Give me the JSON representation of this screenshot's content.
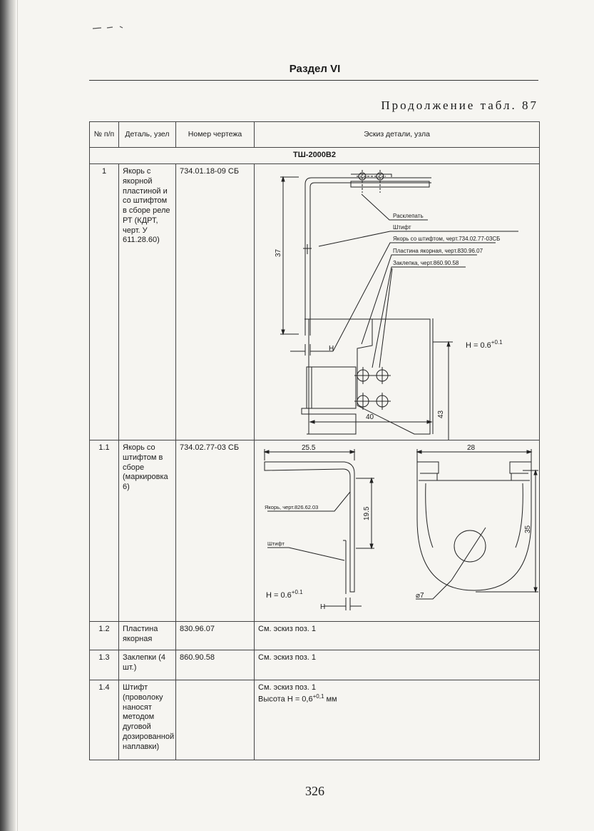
{
  "header": {
    "section_title": "Раздел VI",
    "continuation": "Продолжение табл. 87"
  },
  "table": {
    "columns": [
      "№ п/п",
      "Деталь, узел",
      "Номер чертежа",
      "Эскиз детали, узла"
    ],
    "group_title": "ТШ-2000В2",
    "rows": [
      {
        "num": "1",
        "part": "Якорь с якорной пластиной и со штифтом в сборе реле РТ (КДРТ, черт. У 611.28.60)",
        "drawing": "734.01.18-09 СБ",
        "sketch_text": ""
      },
      {
        "num": "1.1",
        "part": "Якорь со штифтом в сборе (маркировка 6)",
        "drawing": "734.02.77-03 СБ",
        "sketch_text": ""
      },
      {
        "num": "1.2",
        "part": "Пластина якорная",
        "drawing": "830.96.07",
        "sketch_text": "См. эскиз поз. 1"
      },
      {
        "num": "1.3",
        "part": "Заклепки (4 шт.)",
        "drawing": "860.90.58",
        "sketch_text": "См. эскиз поз. 1"
      },
      {
        "num": "1.4",
        "part": "Штифт (проволоку наносят методом дуговой дозированной наплавки)",
        "drawing": "",
        "sketch_text": "См. эскиз поз. 1",
        "sketch_text2": "Высота Н = 0,6",
        "sketch_sup": "+0,1",
        "sketch_unit": " мм"
      }
    ]
  },
  "sketch1": {
    "labels": [
      "Расклепать",
      "Штифт",
      "Якорь со штифтом, черт.734.02.77-03СБ",
      "Пластина якорная, черт.830.96.07",
      "Заклепка, черт.860.90.58"
    ],
    "dim_37": "37",
    "dim_43": "43",
    "dim_40": "40",
    "h_label": "Н",
    "h_formula": "Н = 0.6",
    "h_tol": "+0.1"
  },
  "sketch2": {
    "dim_25_5": "25.5",
    "dim_19_5": "19.5",
    "dim_28": "28",
    "dim_35": "35",
    "dia": "⌀7",
    "label_anchor": "Якорь, черт.826.62.03",
    "label_pin": "Штифт",
    "h_label": "Н",
    "h_formula": "Н = 0.6",
    "h_tol": "+0.1"
  },
  "page_number": "326"
}
